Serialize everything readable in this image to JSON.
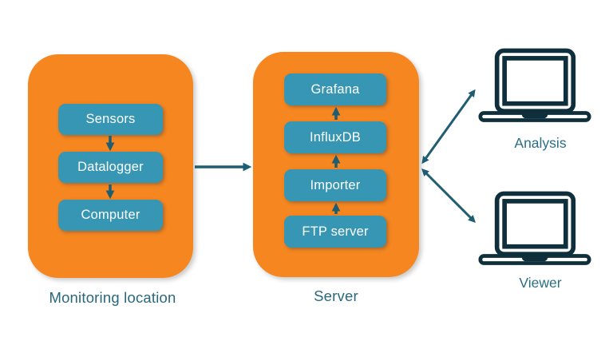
{
  "groups": [
    {
      "label": "Monitoring location",
      "flow_direction": "down",
      "nodes": [
        "Sensors",
        "Datalogger",
        "Computer"
      ]
    },
    {
      "label": "Server",
      "flow_direction": "up",
      "nodes": [
        "Grafana",
        "InfluxDB",
        "Importer",
        "FTP server"
      ]
    }
  ],
  "clients": [
    {
      "label": "Analysis",
      "icon": "laptop-icon"
    },
    {
      "label": "Viewer",
      "icon": "laptop-icon"
    }
  ],
  "connections": [
    {
      "from": "Monitoring location",
      "to": "Server",
      "style": "single-arrow"
    },
    {
      "from": "Server",
      "to": "Analysis",
      "style": "double-arrow"
    },
    {
      "from": "Server",
      "to": "Viewer",
      "style": "double-arrow"
    }
  ],
  "colors": {
    "container_fill": "#F6861F",
    "node_fill": "#3696B3",
    "node_text": "#FFFFFF",
    "arrow": "#1E5D72",
    "group_label_text": "#27687E",
    "client_label_text": "#2A6F85",
    "laptop_outline": "#0E2F3B",
    "background": "#FFFFFF"
  }
}
